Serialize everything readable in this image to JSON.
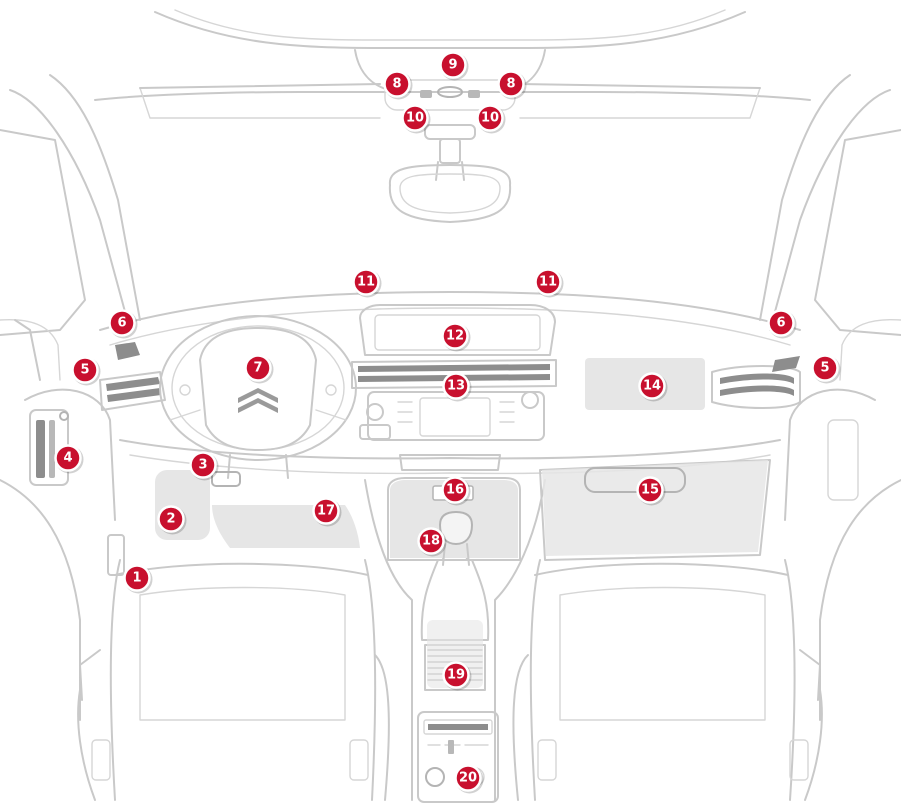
{
  "callouts": [
    "1",
    "2",
    "3",
    "4",
    "5",
    "5",
    "6",
    "6",
    "7",
    "8",
    "8",
    "9",
    "10",
    "10",
    "11",
    "11",
    "12",
    "13",
    "14",
    "15",
    "16",
    "17",
    "18",
    "19",
    "20"
  ],
  "colors": {
    "marker_fill": "#c8102e",
    "marker_text": "#ffffff",
    "line_art": "#c9c9c9",
    "highlight_zone": "#e6e6e6",
    "background": "#ffffff"
  },
  "icons": [
    "citroen-double-chevron-logo"
  ]
}
